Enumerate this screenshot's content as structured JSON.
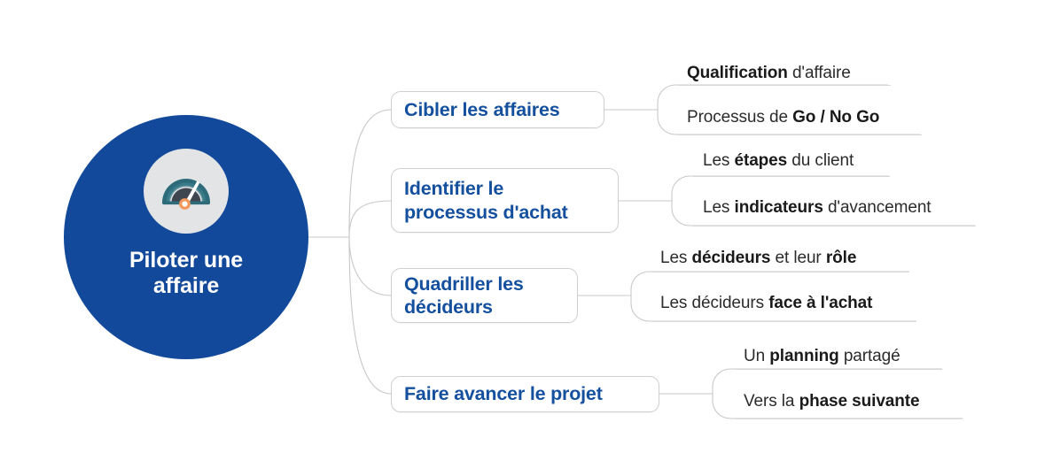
{
  "diagram": {
    "type": "mind-map",
    "title": "Piloter une affaire",
    "root": {
      "label": "Piloter une\naffaire",
      "icon": "gauge-icon",
      "fill": "#12499B",
      "text_color": "#ffffff",
      "icon_bg": "#E2E4E5",
      "icon_arc_color": "#2E6B7A",
      "icon_arc_inner_color": "#3F4650",
      "icon_needle_color": "#ffffff",
      "icon_hub_color": "#F4975C"
    },
    "accent_color": "#14509E",
    "connector_color": "#C8C8C8",
    "branches": [
      {
        "label": "Cibler les affaires",
        "subitems": [
          {
            "parts": [
              {
                "t": "Qualification",
                "b": true
              },
              {
                "t": " d'affaire",
                "b": false
              }
            ]
          },
          {
            "parts": [
              {
                "t": "Processus de ",
                "b": false
              },
              {
                "t": "Go / No Go",
                "b": true
              }
            ]
          }
        ]
      },
      {
        "label": "Identifier le\nprocessus d'achat",
        "subitems": [
          {
            "parts": [
              {
                "t": "Les ",
                "b": false
              },
              {
                "t": "étapes",
                "b": true
              },
              {
                "t": " du client",
                "b": false
              }
            ]
          },
          {
            "parts": [
              {
                "t": "Les ",
                "b": false
              },
              {
                "t": "indicateurs",
                "b": true
              },
              {
                "t": " d'avancement",
                "b": false
              }
            ]
          }
        ]
      },
      {
        "label": "Quadriller les\ndécideurs",
        "subitems": [
          {
            "parts": [
              {
                "t": "Les ",
                "b": false
              },
              {
                "t": "décideurs",
                "b": true
              },
              {
                "t": " et leur ",
                "b": false
              },
              {
                "t": "rôle",
                "b": true
              }
            ]
          },
          {
            "parts": [
              {
                "t": "Les décideurs ",
                "b": false
              },
              {
                "t": "face à l'achat",
                "b": true
              }
            ]
          }
        ]
      },
      {
        "label": "Faire avancer le projet",
        "subitems": [
          {
            "parts": [
              {
                "t": "Un ",
                "b": false
              },
              {
                "t": "planning",
                "b": true
              },
              {
                "t": " partagé",
                "b": false
              }
            ]
          },
          {
            "parts": [
              {
                "t": "Vers la ",
                "b": false
              },
              {
                "t": "phase suivante",
                "b": true
              }
            ]
          }
        ]
      }
    ]
  }
}
